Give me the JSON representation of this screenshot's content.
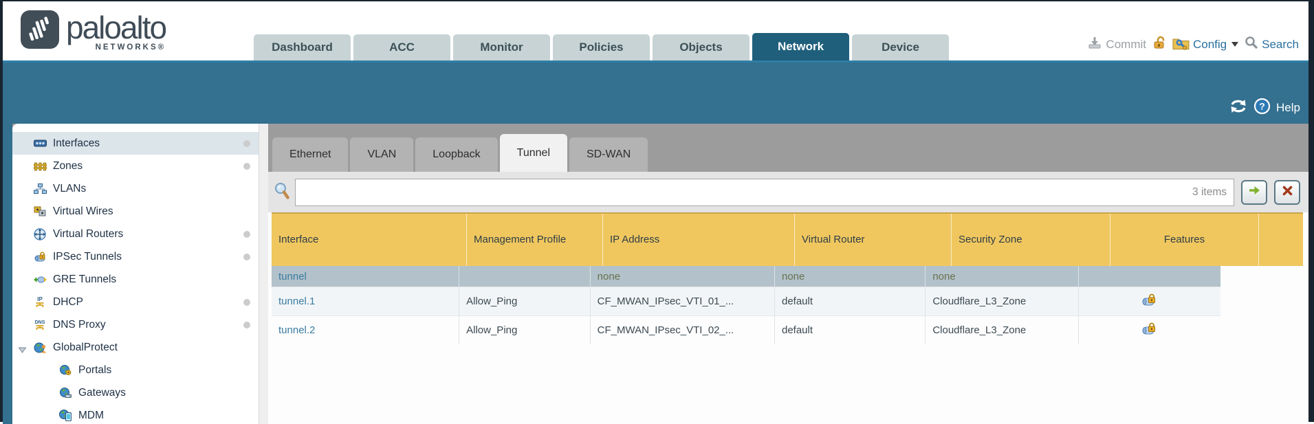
{
  "brand": {
    "name": "paloalto",
    "sub": "NETWORKS®"
  },
  "nav": {
    "tabs": [
      {
        "label": "Dashboard"
      },
      {
        "label": "ACC"
      },
      {
        "label": "Monitor"
      },
      {
        "label": "Policies"
      },
      {
        "label": "Objects"
      },
      {
        "label": "Network",
        "active": true
      },
      {
        "label": "Device"
      }
    ]
  },
  "actions": {
    "commit": "Commit",
    "config": "Config",
    "search": "Search"
  },
  "utility": {
    "help": "Help"
  },
  "sidebar": {
    "items": [
      {
        "label": "Interfaces",
        "icon": "interfaces-icon",
        "selected": true,
        "dot": true
      },
      {
        "label": "Zones",
        "icon": "zones-icon",
        "dot": true
      },
      {
        "label": "VLANs",
        "icon": "vlans-icon",
        "dot": false
      },
      {
        "label": "Virtual Wires",
        "icon": "virtual-wires-icon",
        "dot": false
      },
      {
        "label": "Virtual Routers",
        "icon": "virtual-routers-icon",
        "dot": true
      },
      {
        "label": "IPSec Tunnels",
        "icon": "ipsec-tunnels-icon",
        "dot": true
      },
      {
        "label": "GRE Tunnels",
        "icon": "gre-tunnels-icon",
        "dot": false
      },
      {
        "label": "DHCP",
        "icon": "dhcp-icon",
        "dot": true
      },
      {
        "label": "DNS Proxy",
        "icon": "dns-proxy-icon",
        "dot": true
      },
      {
        "label": "GlobalProtect",
        "icon": "globalprotect-icon",
        "expanded": true
      },
      {
        "label": "Portals",
        "icon": "portals-icon",
        "child": true
      },
      {
        "label": "Gateways",
        "icon": "gateways-icon",
        "child": true
      },
      {
        "label": "MDM",
        "icon": "mdm-icon",
        "child": true
      }
    ]
  },
  "subtabs": {
    "tabs": [
      {
        "label": "Ethernet"
      },
      {
        "label": "VLAN"
      },
      {
        "label": "Loopback"
      },
      {
        "label": "Tunnel",
        "active": true
      },
      {
        "label": "SD-WAN"
      }
    ]
  },
  "toolbar": {
    "items_count": "3 items"
  },
  "grid": {
    "columns": [
      "Interface",
      "Management Profile",
      "IP Address",
      "Virtual Router",
      "Security Zone",
      "Features"
    ],
    "rows": [
      {
        "interface": "tunnel",
        "management_profile": "",
        "ip_address": "none",
        "virtual_router": "none",
        "security_zone": "none",
        "features_locked": false
      },
      {
        "interface": "tunnel.1",
        "management_profile": "Allow_Ping",
        "ip_address": "CF_MWAN_IPsec_VTI_01_...",
        "virtual_router": "default",
        "security_zone": "Cloudflare_L3_Zone",
        "features_locked": true
      },
      {
        "interface": "tunnel.2",
        "management_profile": "Allow_Ping",
        "ip_address": "CF_MWAN_IPsec_VTI_02_...",
        "virtual_router": "default",
        "security_zone": "Cloudflare_L3_Zone",
        "features_locked": true
      }
    ]
  },
  "colors": {
    "header_gold": "#f0c75f",
    "teal_bar": "#34708f",
    "active_tab": "#1f5f7c",
    "link": "#3a7ca0",
    "summary_row": "#b2c1ca"
  }
}
